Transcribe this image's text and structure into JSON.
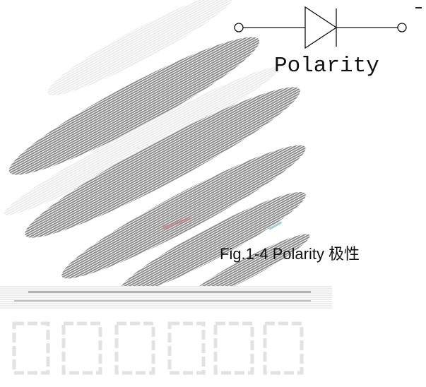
{
  "diagram": {
    "symbol_label": "Polarity",
    "caption": "Fig.1-4 Polarity 极性",
    "symbol_icon": "diode-symbol-icon",
    "watermark_icon": "striped-sphere-logo-watermark"
  },
  "colors": {
    "ink": "#111111",
    "watermark_dark": "#8c8c8c",
    "watermark_light": "#e9e9e9",
    "accent_red": "#c97a7a",
    "accent_teal": "#7fb8b8"
  }
}
